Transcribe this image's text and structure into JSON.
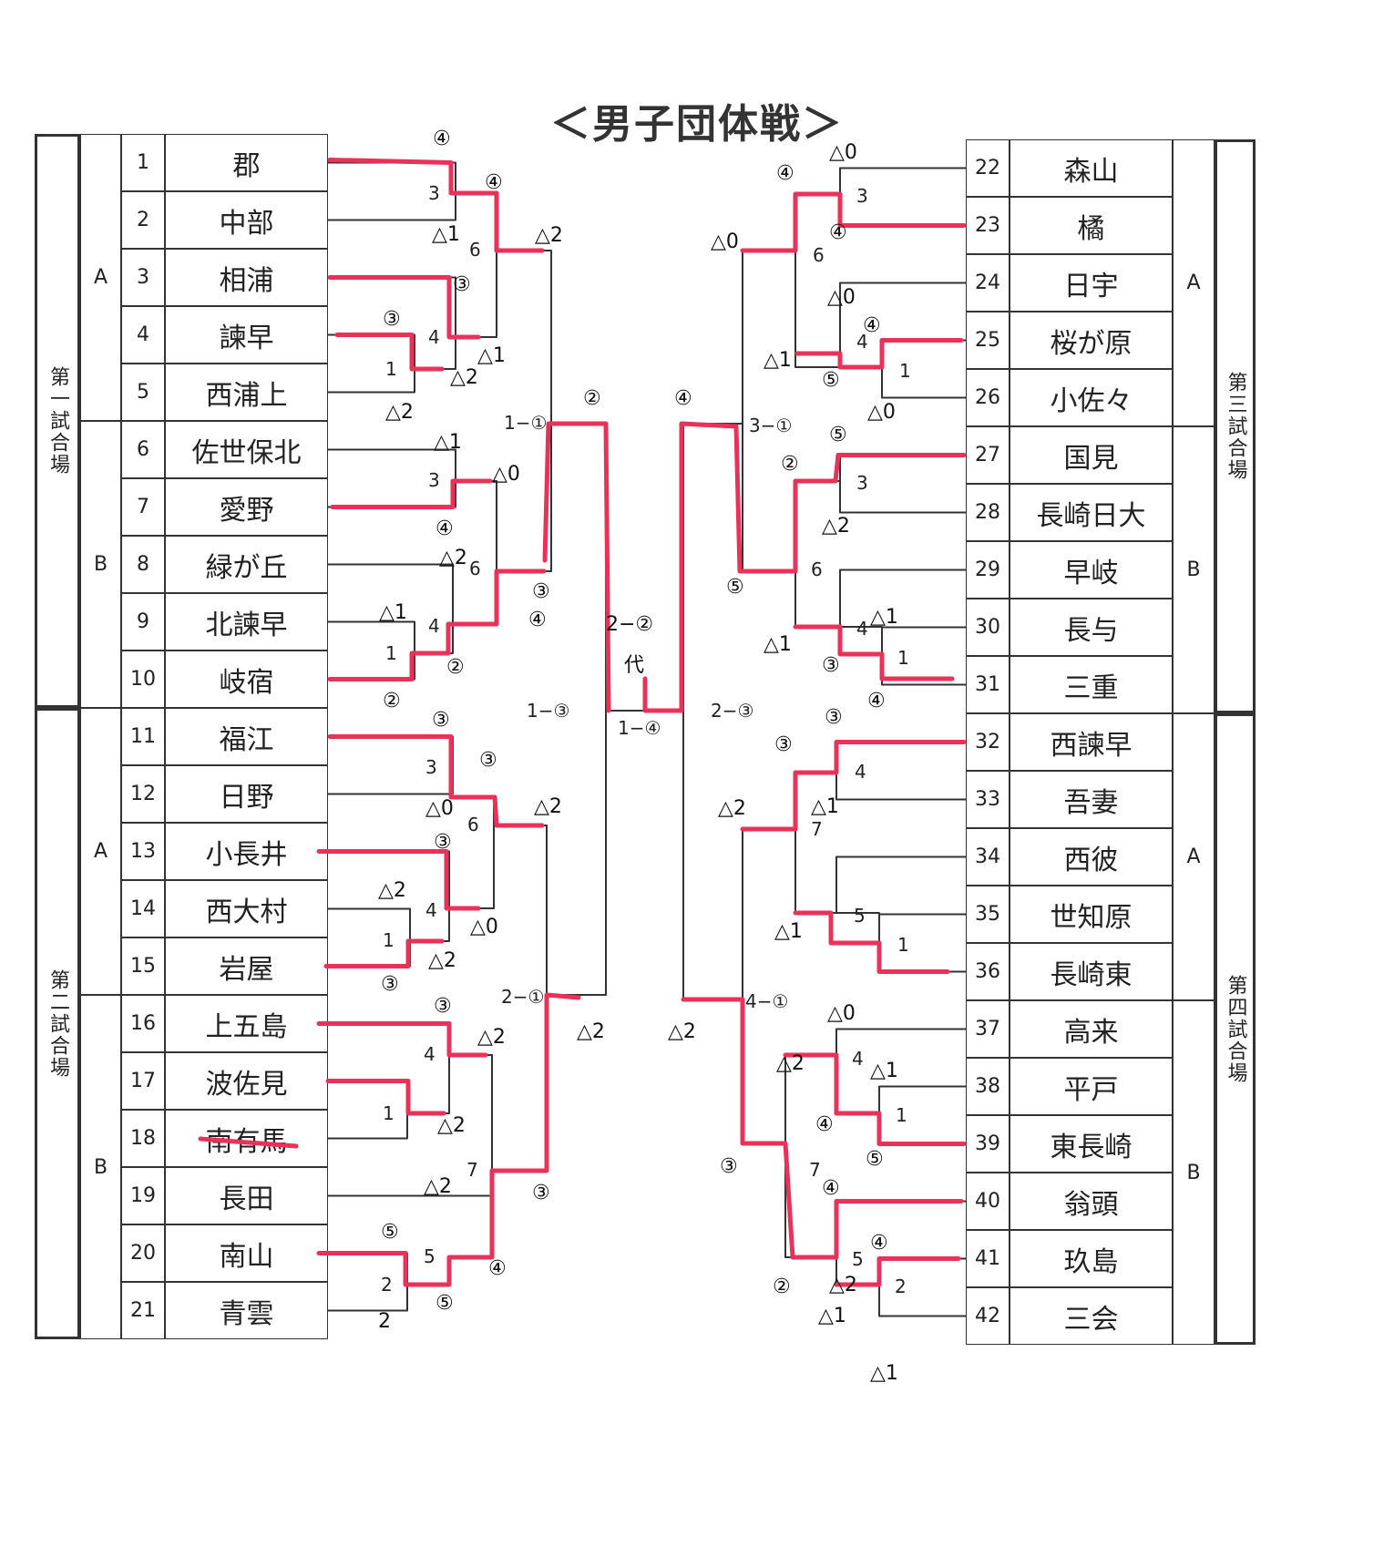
{
  "title": "＜男子団体戦＞",
  "left_block": {
    "venues": [
      {
        "label": "第一試合場",
        "groups": [
          {
            "label": "A",
            "teams": [
              {
                "no": "1",
                "name": "郡"
              },
              {
                "no": "2",
                "name": "中部"
              },
              {
                "no": "3",
                "name": "相浦"
              },
              {
                "no": "4",
                "name": "諫早"
              },
              {
                "no": "5",
                "name": "西浦上"
              }
            ]
          },
          {
            "label": "B",
            "teams": [
              {
                "no": "6",
                "name": "佐世保北"
              },
              {
                "no": "7",
                "name": "愛野"
              },
              {
                "no": "8",
                "name": "緑が丘"
              },
              {
                "no": "9",
                "name": "北諫早"
              },
              {
                "no": "10",
                "name": "岐宿"
              }
            ]
          }
        ]
      },
      {
        "label": "第二試合場",
        "groups": [
          {
            "label": "A",
            "teams": [
              {
                "no": "11",
                "name": "福江"
              },
              {
                "no": "12",
                "name": "日野"
              },
              {
                "no": "13",
                "name": "小長井"
              },
              {
                "no": "14",
                "name": "西大村"
              },
              {
                "no": "15",
                "name": "岩屋"
              }
            ]
          },
          {
            "label": "B",
            "teams": [
              {
                "no": "16",
                "name": "上五島"
              },
              {
                "no": "17",
                "name": "波佐見"
              },
              {
                "no": "18",
                "name": "南有馬"
              },
              {
                "no": "19",
                "name": "長田"
              },
              {
                "no": "20",
                "name": "南山"
              },
              {
                "no": "21",
                "name": "青雲"
              }
            ]
          }
        ]
      }
    ]
  },
  "right_block": {
    "venues": [
      {
        "label": "第三試合場",
        "groups": [
          {
            "label": "A",
            "teams": [
              {
                "no": "22",
                "name": "森山"
              },
              {
                "no": "23",
                "name": "橘"
              },
              {
                "no": "24",
                "name": "日宇"
              },
              {
                "no": "25",
                "name": "桜が原"
              },
              {
                "no": "26",
                "name": "小佐々"
              }
            ]
          },
          {
            "label": "B",
            "teams": [
              {
                "no": "27",
                "name": "国見"
              },
              {
                "no": "28",
                "name": "長崎日大"
              },
              {
                "no": "29",
                "name": "早岐"
              },
              {
                "no": "30",
                "name": "長与"
              },
              {
                "no": "31",
                "name": "三重"
              }
            ]
          }
        ]
      },
      {
        "label": "第四試合場",
        "groups": [
          {
            "label": "A",
            "teams": [
              {
                "no": "32",
                "name": "西諫早"
              },
              {
                "no": "33",
                "name": "吾妻"
              },
              {
                "no": "34",
                "name": "西彼"
              },
              {
                "no": "35",
                "name": "世知原"
              },
              {
                "no": "36",
                "name": "長崎東"
              }
            ]
          },
          {
            "label": "B",
            "teams": [
              {
                "no": "37",
                "name": "高来"
              },
              {
                "no": "38",
                "name": "平戸"
              },
              {
                "no": "39",
                "name": "東長崎"
              },
              {
                "no": "40",
                "name": "翁頭"
              },
              {
                "no": "41",
                "name": "玖島"
              },
              {
                "no": "42",
                "name": "三会"
              }
            ]
          }
        ]
      }
    ]
  },
  "match_labels": {
    "left": [
      "3",
      "6",
      "4",
      "1",
      "3",
      "6",
      "4",
      "1",
      "3",
      "6",
      "4",
      "1",
      "4",
      "1",
      "7",
      "5",
      "2"
    ],
    "right": [
      "3",
      "6",
      "4",
      "1",
      "3",
      "6",
      "4",
      "1",
      "4",
      "7",
      "5",
      "1",
      "4",
      "1",
      "7",
      "5",
      "2"
    ],
    "court_matches": {
      "m1_1": "1−①",
      "m1_3": "1−③",
      "m1_4": "1−④",
      "m2_1": "2−①",
      "m2_3": "2−③",
      "m3_1": "3−①",
      "m4_1": "4−①"
    }
  },
  "annotations": {
    "circled": [
      "④",
      "④",
      "③",
      "③",
      "②",
      "④",
      "③",
      "④",
      "②",
      "②",
      "④",
      "⑤",
      "③",
      "③",
      "③",
      "③",
      "③",
      "③",
      "④",
      "⑤",
      "⑤",
      "④",
      "④",
      "⑤",
      "④",
      "②",
      "⑤",
      "③",
      "④",
      "③",
      "③",
      "③",
      "④",
      "⑤",
      "④",
      "④",
      "②"
    ],
    "triangled": [
      "△1",
      "△2",
      "△1",
      "△2",
      "△2",
      "△1",
      "△0",
      "△2",
      "△1",
      "△0",
      "△2",
      "△0",
      "△2",
      "△2",
      "△2",
      "△2",
      "△2",
      "△2",
      "△2",
      "△0",
      "△0",
      "△0",
      "△1",
      "△0",
      "△2",
      "△1",
      "△1",
      "△2",
      "△1",
      "△2",
      "△2",
      "△1",
      "△0",
      "△1",
      "△1",
      "△1"
    ],
    "final_note": "2−②",
    "final_note_extra": "代",
    "handwritten_2": "2"
  },
  "colors": {
    "winner_line": "#e8325a",
    "bracket_line": "#333333"
  }
}
